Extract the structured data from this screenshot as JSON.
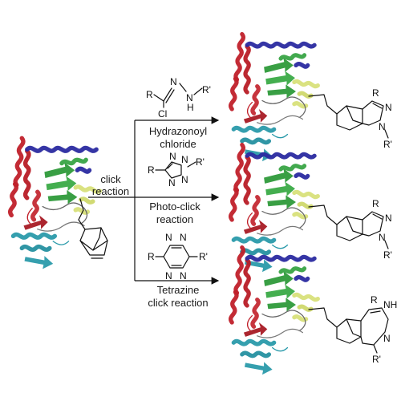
{
  "labels": {
    "click_reaction_line1": "click",
    "click_reaction_line2": "reaction",
    "r1_caption_line1": "Hydrazonoyl",
    "r1_caption_line2": "chloride",
    "r2_caption_line1": "Photo-click",
    "r2_caption_line2": "reaction",
    "r3_caption_line1": "Tetrazine",
    "r3_caption_line2": "click reaction"
  },
  "atoms": {
    "R": "R",
    "R_prime": "R'",
    "N": "N",
    "H": "H",
    "NH": "NH",
    "Cl": "Cl"
  },
  "colors": {
    "helix_red": "#c0202a",
    "helix_blue": "#2a2aa0",
    "sheet_green": "#2e9a3a",
    "helix_yellow": "#d8e07a",
    "helix_teal": "#2a9aaa",
    "coil": "#555555"
  },
  "icons": {
    "protein": "protein-ribbon-structure"
  }
}
